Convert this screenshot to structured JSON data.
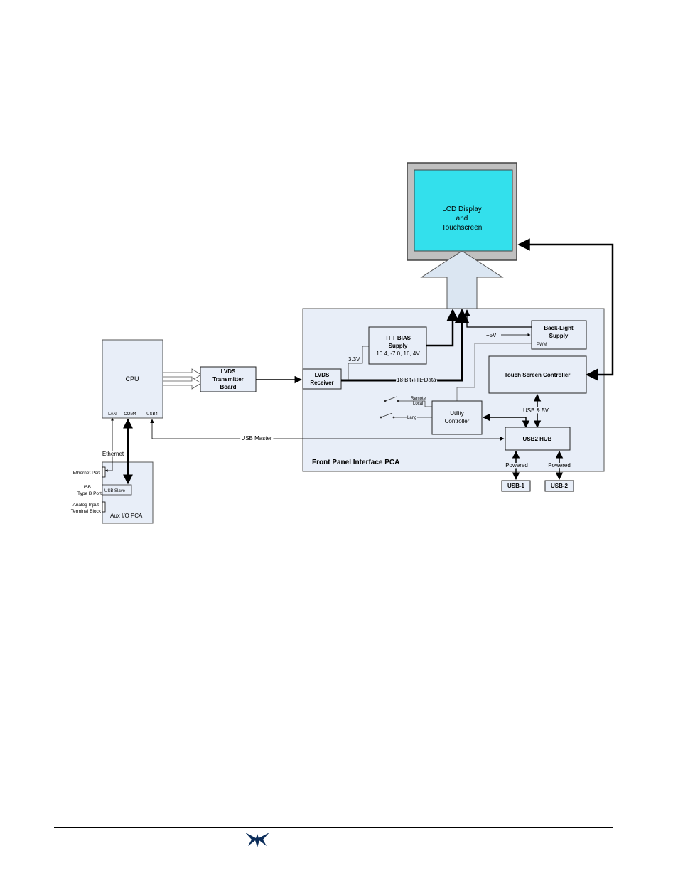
{
  "blocks": {
    "lcd": [
      "LCD Display",
      "and",
      "Touchscreen"
    ],
    "cpu": "CPU",
    "cpu_ports": {
      "lan": "LAN",
      "com4": "COM4",
      "usb4": "USB4"
    },
    "lvds_tx": [
      "LVDS",
      "Transmitter",
      "Board"
    ],
    "lvds_rx": [
      "LVDS",
      "Receiver"
    ],
    "tft": [
      "TFT BIAS",
      "Supply",
      "10.4, -7.0, 16, 4V"
    ],
    "backlight": [
      "Back-Light",
      "Supply"
    ],
    "pwm": "PWM",
    "touch": "Touch Screen Controller",
    "utility": [
      "Utility",
      "Controller"
    ],
    "usb_hub": "USB2 HUB",
    "usb1": "USB-1",
    "usb2": "USB-2",
    "fpi_pca": "Front Panel Interface PCA",
    "aux_pca": "Aux I/O PCA",
    "usb_slave": "USB Slave"
  },
  "labels": {
    "v33": "3.3V",
    "v5": "+5V",
    "ttl": "18 Bit TTL Data",
    "usb5v": "USB & 5V",
    "usb_master": "USB Master",
    "ethernet": "Ethernet",
    "remote": "Remote",
    "local": "Local",
    "lang": "Lang",
    "powered1": "Powered",
    "powered2": "Powered",
    "ethernet_port": "Ethernet Port",
    "usb_type_b": [
      "USB",
      "Type B Port"
    ],
    "analog_input": [
      "Analog Input",
      "Terminal Block"
    ]
  },
  "colors": {
    "panel_fill": "#e8eef8",
    "lcd_screen": "#33e0ec",
    "lcd_frame": "#c0c0c0",
    "arrow_fill": "#dbe6f2",
    "line": "#000000"
  },
  "icons": {
    "footer_logo": "company-logo-icon"
  }
}
